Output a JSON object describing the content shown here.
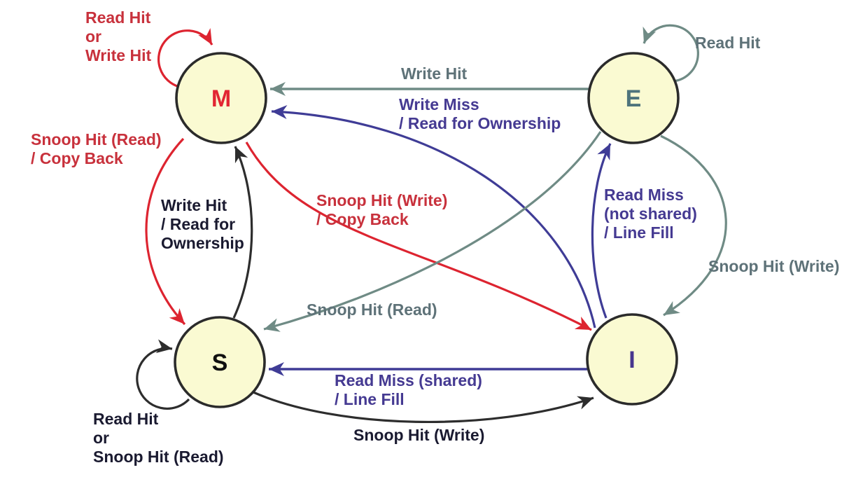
{
  "colors": {
    "background": "#ffffff",
    "node_fill": "#fafad2",
    "node_border": "#2b2b2b",
    "red_line": "#dd2430",
    "red_text": "#c8313c",
    "gray_line": "#6f8b85",
    "gray_text": "#5e7278",
    "purple_line": "#3f3c96",
    "purple_text": "#453a92",
    "black_line": "#2d2d2d",
    "black_text": "#1a1a30",
    "letter_M": "#e22633",
    "letter_E": "#4e747c",
    "letter_S": "#101010",
    "letter_I": "#47358e"
  },
  "nodes": {
    "M": {
      "label": "M"
    },
    "E": {
      "label": "E"
    },
    "S": {
      "label": "S"
    },
    "I": {
      "label": "I"
    }
  },
  "edges": {
    "m_self": {
      "from": "M",
      "to": "M",
      "color": "red",
      "lines": [
        "Read Hit",
        "or",
        "Write Hit"
      ]
    },
    "e_self": {
      "from": "E",
      "to": "E",
      "color": "gray",
      "lines": [
        "Read Hit"
      ]
    },
    "e_to_m": {
      "from": "E",
      "to": "M",
      "color": "gray",
      "lines": [
        "Write Hit"
      ]
    },
    "i_to_m": {
      "from": "I",
      "to": "M",
      "color": "purple",
      "lines": [
        "Write Miss",
        "/ Read for Ownership"
      ]
    },
    "m_to_s": {
      "from": "M",
      "to": "S",
      "color": "red",
      "lines": [
        "Snoop Hit (Read)",
        "/ Copy Back"
      ]
    },
    "s_to_m": {
      "from": "S",
      "to": "M",
      "color": "black",
      "lines": [
        "Write Hit",
        "/ Read for",
        "Ownership"
      ]
    },
    "m_to_i": {
      "from": "M",
      "to": "I",
      "color": "red",
      "lines": [
        "Snoop Hit (Write)",
        "/ Copy Back"
      ]
    },
    "e_to_s": {
      "from": "E",
      "to": "S",
      "color": "gray",
      "lines": [
        "Snoop Hit (Read)"
      ]
    },
    "i_to_e": {
      "from": "I",
      "to": "E",
      "color": "purple",
      "lines": [
        "Read Miss",
        "(not shared)",
        "/ Line Fill"
      ]
    },
    "e_to_i": {
      "from": "E",
      "to": "I",
      "color": "gray",
      "lines": [
        "Snoop Hit (Write)"
      ]
    },
    "s_self": {
      "from": "S",
      "to": "S",
      "color": "black",
      "lines": [
        "Read Hit",
        "or",
        "Snoop Hit (Read)"
      ]
    },
    "i_to_s": {
      "from": "I",
      "to": "S",
      "color": "purple",
      "lines": [
        "Read Miss (shared)",
        "/ Line Fill"
      ]
    },
    "s_to_i": {
      "from": "S",
      "to": "I",
      "color": "black",
      "lines": [
        "Snoop Hit (Write)"
      ]
    }
  }
}
